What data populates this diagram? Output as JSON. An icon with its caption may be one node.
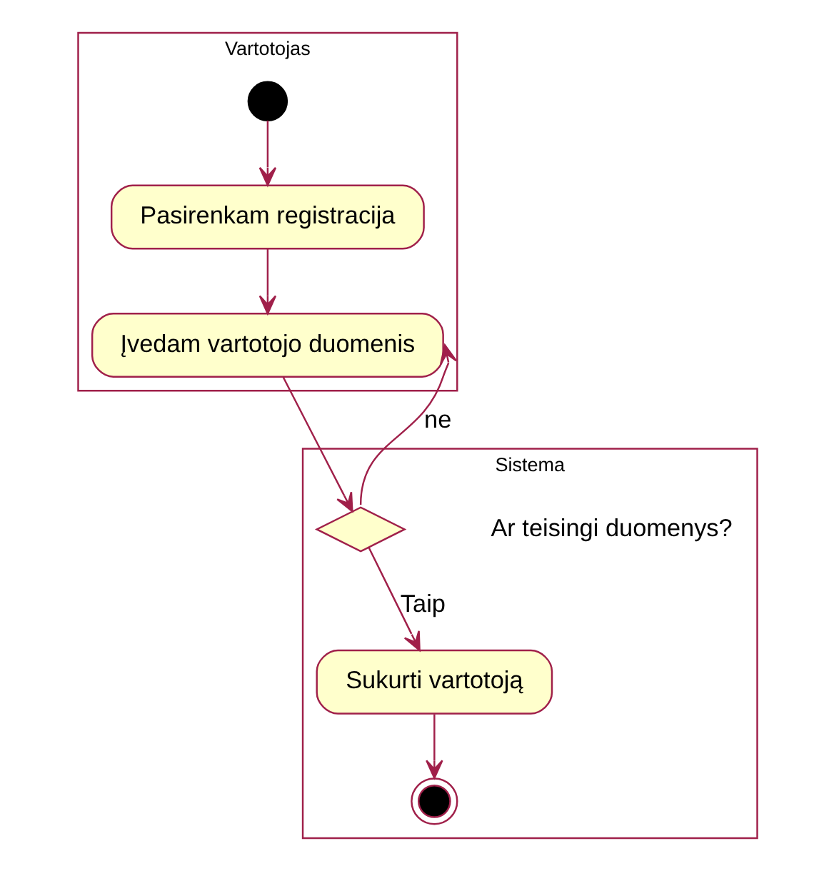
{
  "diagram": {
    "nodes": [
      {
        "text": [
          "Vartotojas"
        ]
      },
      {
        "text": [
          "Sistema"
        ]
      },
      {
        "text": [],
        "shape": "circle",
        "in": 0
      },
      {
        "text": [
          "Pasirenkam registracija"
        ],
        "in": 0
      },
      {
        "text": [
          "Įvedam vartotojo duomenis"
        ],
        "in": 0
      },
      {
        "text": [],
        "shape": "diamond",
        "in": 1,
        "beside": [
          "Ar teisingi duomenys?"
        ]
      },
      {
        "text": [
          "Sukurti vartotoją"
        ],
        "in": 1
      },
      {
        "text": [],
        "shape": "circle",
        "in": 1
      }
    ],
    "edges": [
      {
        "from": 2,
        "to": 3,
        "arrow": "to"
      },
      {
        "from": 3,
        "to": 4,
        "arrow": "to"
      },
      {
        "from": 4,
        "to": 5,
        "arrow": "to"
      },
      {
        "from": 5,
        "to": 4,
        "label": "ne",
        "arrow": "to"
      },
      {
        "from": 5,
        "to": 6,
        "label": "Taip",
        "arrow": "to"
      },
      {
        "from": 6,
        "to": 7,
        "arrow": "to"
      }
    ]
  }
}
